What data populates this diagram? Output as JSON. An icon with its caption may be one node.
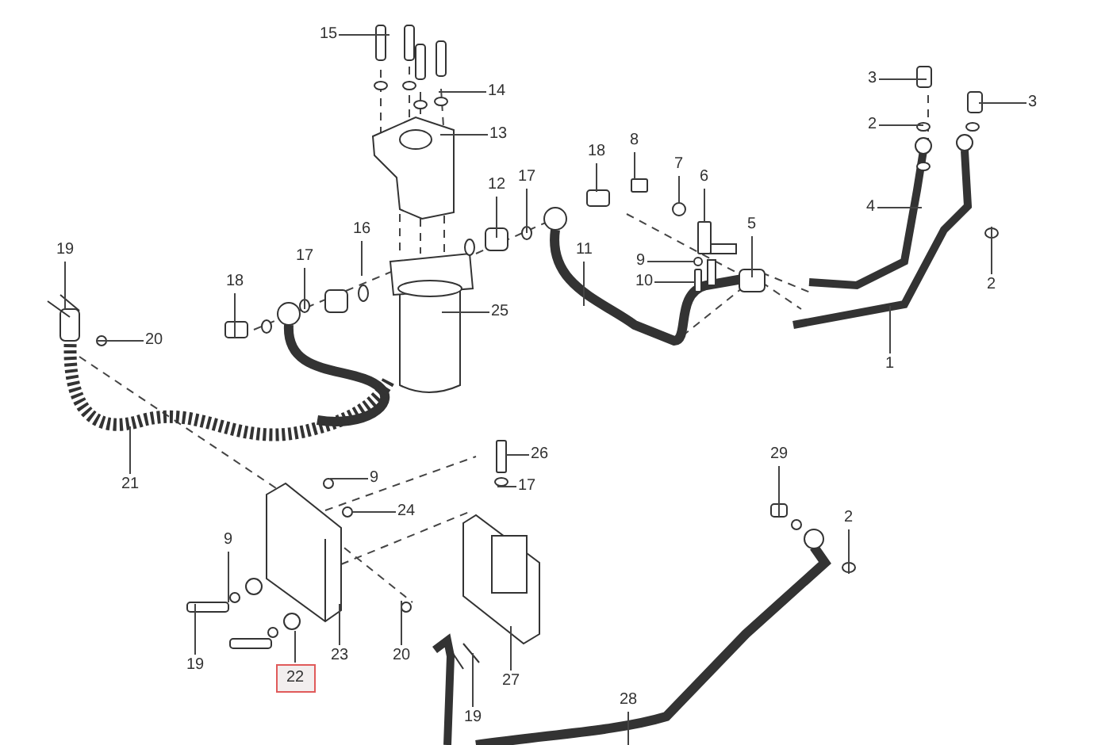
{
  "diagram": {
    "nodes": [
      {
        "text": [
          "15"
        ]
      },
      {
        "text": [
          "14"
        ]
      },
      {
        "text": [
          "13"
        ]
      },
      {
        "text": [
          "12"
        ]
      },
      {
        "text": [
          "17"
        ]
      },
      {
        "text": [
          "16"
        ]
      },
      {
        "text": [
          "17"
        ]
      },
      {
        "text": [
          "18"
        ]
      },
      {
        "text": [
          "25"
        ]
      },
      {
        "text": [
          "19"
        ]
      },
      {
        "text": [
          "20"
        ]
      },
      {
        "text": [
          "3"
        ]
      },
      {
        "text": [
          "3"
        ]
      },
      {
        "text": [
          "2"
        ]
      },
      {
        "text": [
          "8"
        ]
      },
      {
        "text": [
          "7"
        ]
      },
      {
        "text": [
          "18"
        ]
      },
      {
        "text": [
          "6"
        ]
      },
      {
        "text": [
          "4"
        ]
      },
      {
        "text": [
          "5"
        ]
      },
      {
        "text": [
          "9"
        ]
      },
      {
        "text": [
          "11"
        ]
      },
      {
        "text": [
          "10"
        ]
      },
      {
        "text": [
          "2"
        ]
      },
      {
        "text": [
          "1"
        ]
      },
      {
        "text": [
          "21"
        ]
      },
      {
        "text": [
          "9"
        ]
      },
      {
        "text": [
          "24"
        ]
      },
      {
        "text": [
          "26"
        ]
      },
      {
        "text": [
          "17"
        ]
      },
      {
        "text": [
          "29"
        ]
      },
      {
        "text": [
          "2"
        ]
      },
      {
        "text": [
          "9"
        ]
      },
      {
        "text": [
          "19"
        ]
      },
      {
        "text": [
          "22"
        ]
      },
      {
        "text": [
          "23"
        ]
      },
      {
        "text": [
          "20"
        ]
      },
      {
        "text": [
          "27"
        ]
      },
      {
        "text": [
          "19"
        ]
      },
      {
        "text": [
          "28"
        ]
      },
      {
        "text": [],
        "shape": "box"
      },
      {
        "text": [],
        "shape": "box"
      },
      {
        "text": [],
        "shape": "circle"
      },
      {
        "text": [],
        "shape": "box"
      },
      {
        "text": [],
        "shape": "circle"
      },
      {
        "text": [],
        "shape": "circle"
      },
      {
        "text": [],
        "shape": "box"
      }
    ],
    "edges": [
      {
        "from": 0,
        "to": null,
        "arrow": "none"
      },
      {
        "from": 1,
        "to": null,
        "arrow": "none"
      },
      {
        "from": 2,
        "to": null,
        "arrow": "none"
      },
      {
        "from": 3,
        "to": null,
        "arrow": "none"
      },
      {
        "from": 4,
        "to": null,
        "arrow": "none"
      },
      {
        "from": 5,
        "to": null,
        "arrow": "none"
      },
      {
        "from": 6,
        "to": null,
        "arrow": "none"
      },
      {
        "from": 7,
        "to": null,
        "arrow": "none"
      },
      {
        "from": 8,
        "to": null,
        "arrow": "none"
      },
      {
        "from": 9,
        "to": null,
        "arrow": "none"
      },
      {
        "from": 10,
        "to": null,
        "arrow": "none"
      },
      {
        "from": 11,
        "to": null,
        "arrow": "none"
      },
      {
        "from": 12,
        "to": null,
        "arrow": "none"
      },
      {
        "from": 13,
        "to": null,
        "arrow": "none"
      },
      {
        "from": 14,
        "to": 40,
        "arrow": "none"
      },
      {
        "from": 15,
        "to": 44,
        "arrow": "none"
      },
      {
        "from": 16,
        "to": null,
        "arrow": "none"
      },
      {
        "from": 17,
        "to": 41,
        "arrow": "none"
      },
      {
        "from": 18,
        "to": null,
        "arrow": "none"
      },
      {
        "from": 19,
        "to": null,
        "arrow": "none"
      },
      {
        "from": 20,
        "to": 45,
        "arrow": "none"
      },
      {
        "from": 21,
        "to": null,
        "arrow": "none"
      },
      {
        "from": 22,
        "to": 46,
        "arrow": "none"
      },
      {
        "from": 23,
        "to": null,
        "arrow": "none"
      },
      {
        "from": 24,
        "to": null,
        "arrow": "none"
      },
      {
        "from": 25,
        "to": null,
        "arrow": "none"
      },
      {
        "from": 26,
        "to": null,
        "arrow": "none"
      },
      {
        "from": 27,
        "to": 42,
        "arrow": "none"
      },
      {
        "from": 28,
        "to": 43,
        "arrow": "none"
      },
      {
        "from": 29,
        "to": null,
        "arrow": "none"
      },
      {
        "from": 30,
        "to": null,
        "arrow": "none"
      },
      {
        "from": 31,
        "to": null,
        "arrow": "none"
      },
      {
        "from": 32,
        "to": null,
        "arrow": "none"
      },
      {
        "from": 33,
        "to": null,
        "arrow": "none"
      },
      {
        "from": 34,
        "to": null,
        "arrow": "none"
      },
      {
        "from": 35,
        "to": null,
        "arrow": "none"
      },
      {
        "from": 36,
        "to": null,
        "arrow": "none"
      },
      {
        "from": 37,
        "to": null,
        "arrow": "none"
      },
      {
        "from": 38,
        "to": null,
        "arrow": "none"
      },
      {
        "from": 39,
        "to": null,
        "arrow": "none"
      }
    ]
  }
}
